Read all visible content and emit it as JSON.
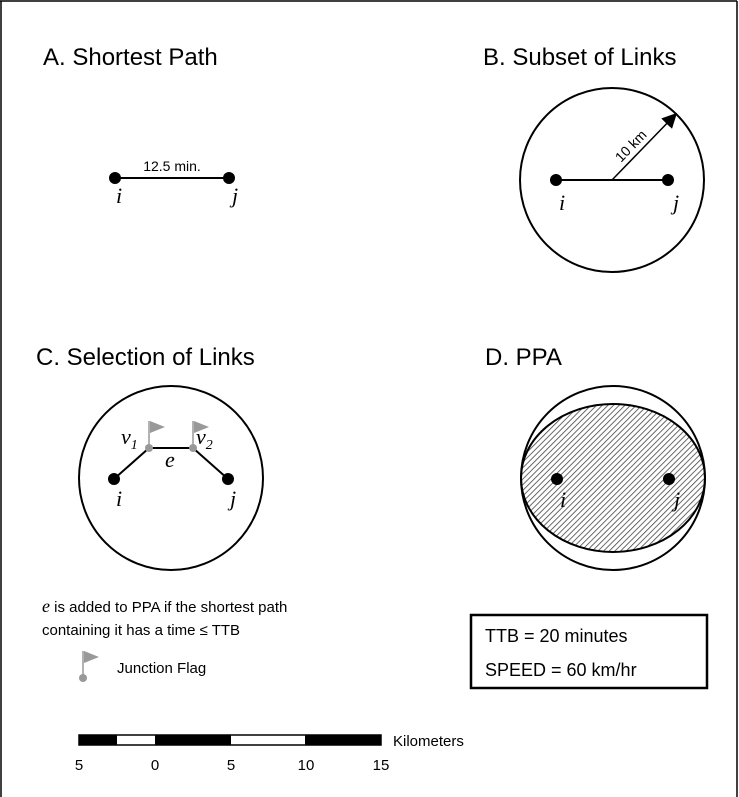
{
  "panels": {
    "a": {
      "title": "A. Shortest Path",
      "time_label": "12.5 min.",
      "node_i": "i",
      "node_j": "j"
    },
    "b": {
      "title": "B. Subset of Links",
      "radius_label": "10 km",
      "node_i": "i",
      "node_j": "j"
    },
    "c": {
      "title": "C. Selection of Links",
      "node_i": "i",
      "node_j": "j",
      "v1": "v",
      "v1_sub": "1",
      "v2": "v",
      "v2_sub": "2",
      "edge": "e",
      "note_var": "e",
      "note_line1": " is added to PPA if the shortest path",
      "note_line2": "containing it has a time ≤ TTB"
    },
    "d": {
      "title": "D. PPA",
      "node_i": "i",
      "node_j": "j"
    }
  },
  "parameters": {
    "ttb": "TTB = 20 minutes",
    "speed": "SPEED = 60 km/hr"
  },
  "legend": {
    "junction_flag": "Junction Flag"
  },
  "scale_bar": {
    "unit": "Kilometers",
    "ticks": [
      "5",
      "0",
      "5",
      "10",
      "15"
    ]
  },
  "colors": {
    "ink": "#000000",
    "flag_gray": "#999999",
    "hatch": "#444444"
  }
}
